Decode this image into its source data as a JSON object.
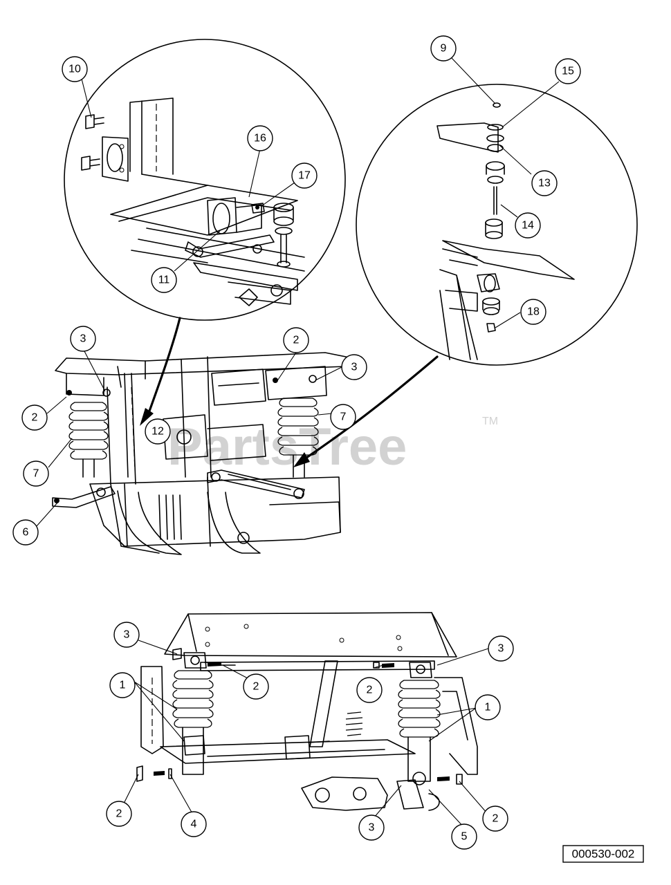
{
  "watermark": {
    "text": "PartsTree",
    "trademark": "TM"
  },
  "drawing_code": "000530-002",
  "callouts": {
    "c10": "10",
    "c16": "16",
    "c17": "17",
    "c11": "11",
    "c9": "9",
    "c15": "15",
    "c13": "13",
    "c14": "14",
    "c18": "18",
    "c3a": "3",
    "c2a": "2",
    "c2b": "2",
    "c3b": "3",
    "c7a": "7",
    "c7b": "7",
    "c12": "12",
    "c6": "6",
    "c3c": "3",
    "c3d": "3",
    "c1a": "1",
    "c1b": "1",
    "c2c": "2",
    "c2d": "2",
    "c2e": "2",
    "c2f": "2",
    "c4": "4",
    "c3e": "3",
    "c5": "5"
  }
}
